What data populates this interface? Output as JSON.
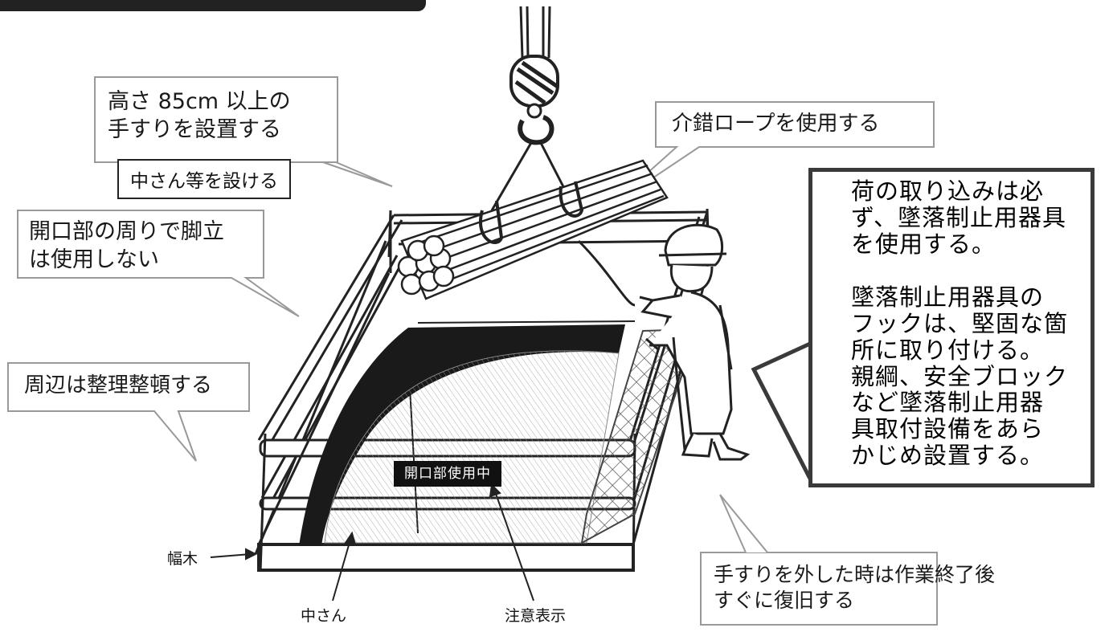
{
  "callouts": {
    "height_line1": "高さ 85cm 以上の",
    "height_line2": "手すりを設置する",
    "midrail_box": "中さん等を設ける",
    "ladder_line1": "開口部の周りで脚立",
    "ladder_line2": "は使用しない",
    "tidy": "周辺は整理整頓する",
    "rope": "介錯ロープを使用する",
    "restore_line1": "手すりを外した時は作業終了後",
    "restore_line2": "すぐに復旧する"
  },
  "harness_box": {
    "p1_line1": "荷の取り込みは必",
    "p1_line2": "ず、墜落制止用器具",
    "p1_line3": "を使用する。",
    "p2_line1": "墜落制止用器具の",
    "p2_line2": "フックは、堅固な箇",
    "p2_line3": "所に取り付ける。",
    "p2_line4": "親綱、安全ブロック",
    "p2_line5": "など墜落制止用器",
    "p2_line6": "具取付設備をあら",
    "p2_line7": "かじめ設置する。"
  },
  "labels": {
    "toeboard": "幅木",
    "midrail": "中さん",
    "caution_sign": "注意表示",
    "sign_text": "開口部使用中"
  },
  "colors": {
    "outline": "#222222",
    "box_border": "#3a3a3a",
    "hole": "#1a1a1a",
    "net": "#555555"
  }
}
